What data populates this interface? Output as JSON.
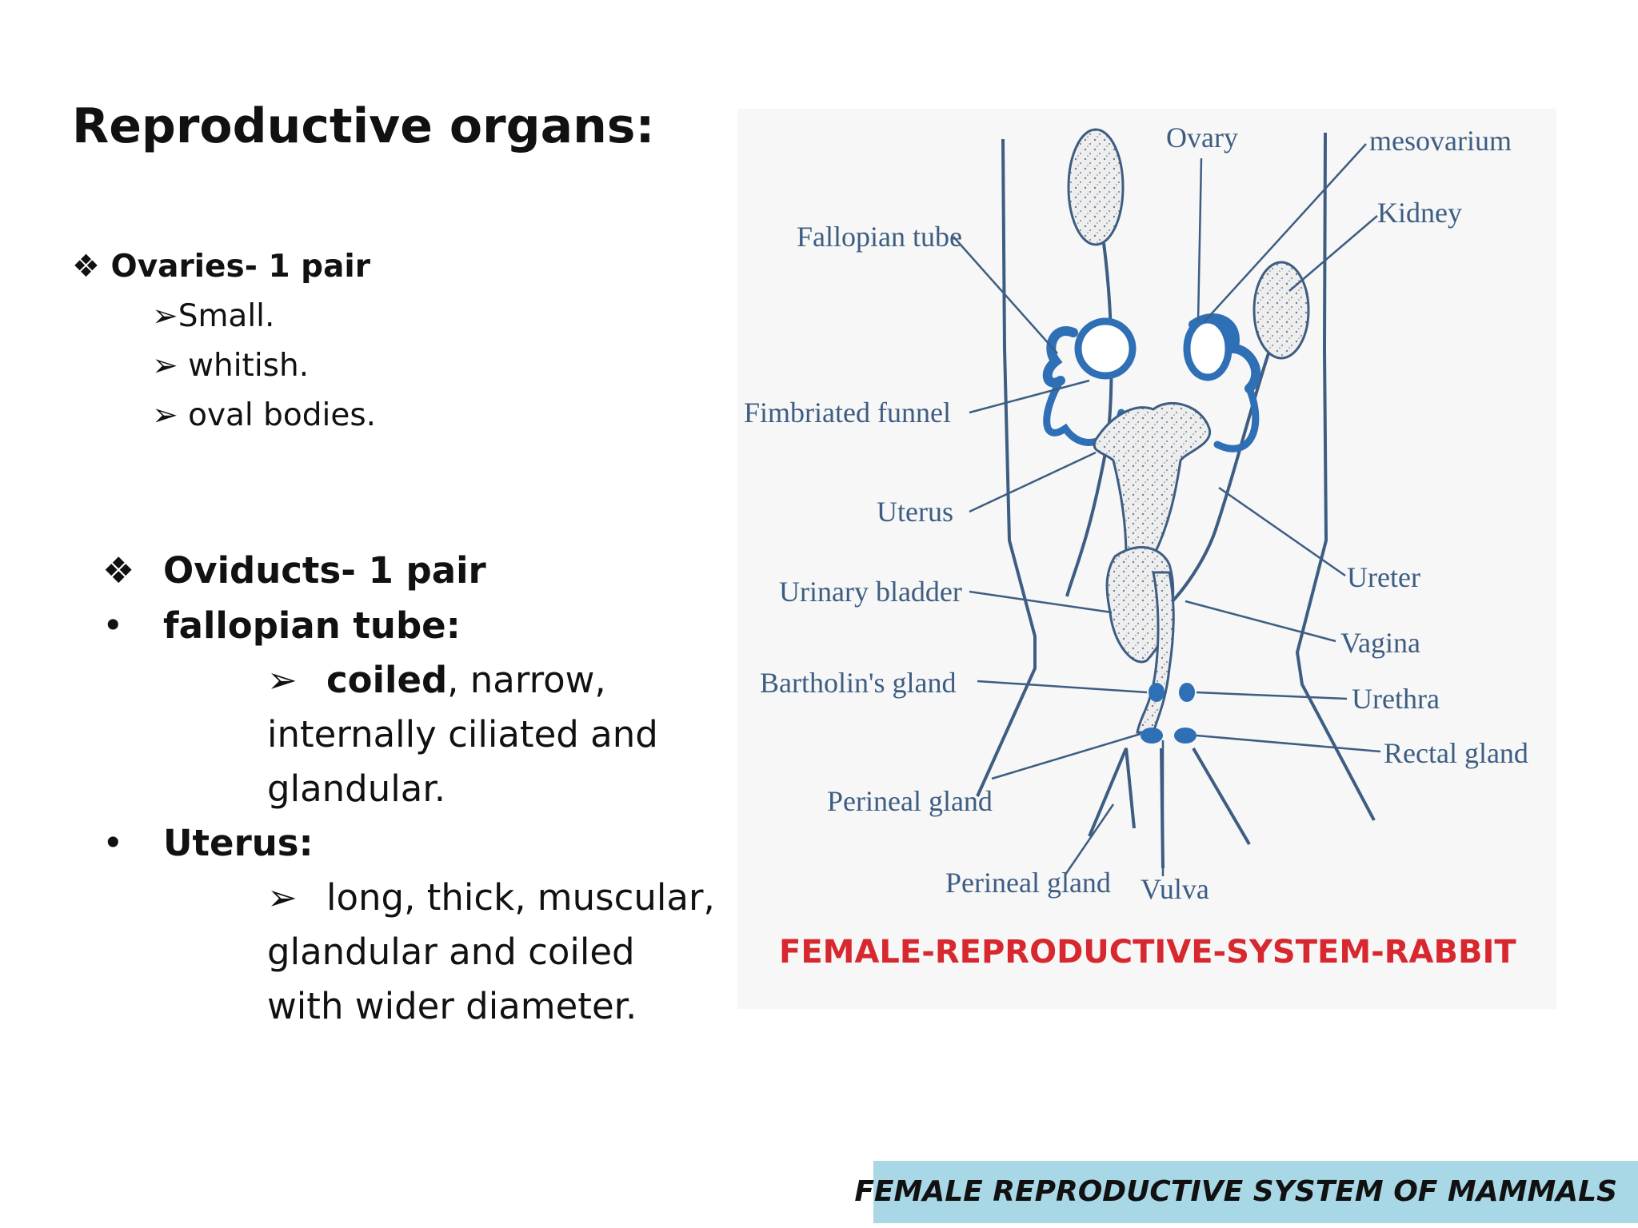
{
  "title": "Reproductive organs:",
  "ovaries": {
    "heading_glyph": "❖",
    "heading": "Ovaries- 1 pair",
    "points": [
      {
        "glyph": "➢",
        "text": "Small."
      },
      {
        "glyph": "➢",
        "text": "whitish."
      },
      {
        "glyph": "➢",
        "text": "oval bodies."
      }
    ]
  },
  "oviducts": {
    "heading_glyph": "❖",
    "heading": "Oviducts- 1 pair",
    "fallopian": {
      "bullet": "•",
      "label": "fallopian tube:",
      "arrow": "➢",
      "bold_word": "coiled",
      "rest_first_line": ", narrow,",
      "lines": [
        "internally ciliated and",
        "glandular."
      ]
    },
    "uterus": {
      "bullet": "•",
      "label": "Uterus:",
      "arrow": "➢",
      "first_line": "long, thick, muscular,",
      "lines": [
        "glandular and coiled",
        "with wider diameter."
      ]
    }
  },
  "diagram": {
    "labels": {
      "ovary": "Ovary",
      "mesovarium": "mesovarium",
      "kidney": "Kidney",
      "fallopian_tube": "Fallopian tube",
      "fimbriated_funnel": "Fimbriated funnel",
      "uterus": "Uterus",
      "ureter": "Ureter",
      "urinary_bladder": "Urinary bladder",
      "vagina": "Vagina",
      "bartholins_gland": "Bartholin's gland",
      "urethra": "Urethra",
      "rectal_gland": "Rectal gland",
      "perineal_gland_1": "Perineal gland",
      "perineal_gland_2": "Perineal gland",
      "vulva": "Vulva"
    },
    "caption": "FEMALE-REPRODUCTIVE-SYSTEM-RABBIT",
    "colors": {
      "line": "#3d5d82",
      "organ_blue": "#2f6fb5",
      "caption_red": "#d7282f"
    }
  },
  "footer": {
    "text": "FEMALE REPRODUCTIVE SYSTEM OF MAMMALS",
    "background": "#a8d7e6"
  }
}
